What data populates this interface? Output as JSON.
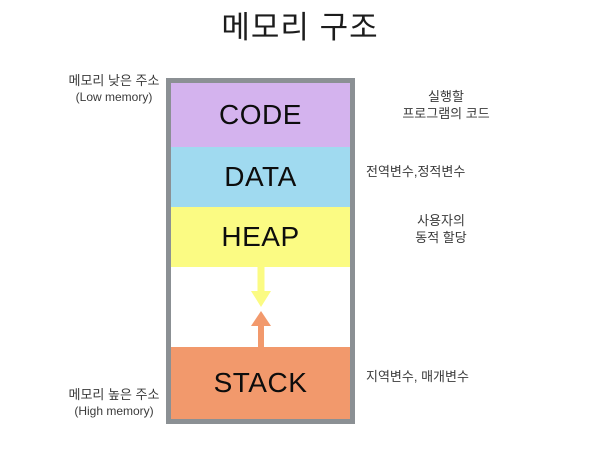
{
  "title": "메모리 구조",
  "address_labels": {
    "low": {
      "ko": "메모리 낮은 주소",
      "en": "(Low memory)"
    },
    "high": {
      "ko": "메모리 높은 주소",
      "en": "(High memory)"
    }
  },
  "segments": [
    {
      "key": "code",
      "label": "CODE",
      "color": "#d4b3ee",
      "note_line1": "실행할",
      "note_line2": "프로그램의 코드"
    },
    {
      "key": "data",
      "label": "DATA",
      "color": "#a0daf0",
      "note_line1": "전역변수,정적변수",
      "note_line2": ""
    },
    {
      "key": "heap",
      "label": "HEAP",
      "color": "#fbfb83",
      "note_line1": "사용자의",
      "note_line2": "동적 할당"
    },
    {
      "key": "free",
      "label": "",
      "color": "#ffffff",
      "note_line1": "",
      "note_line2": ""
    },
    {
      "key": "stack",
      "label": "STACK",
      "color": "#f2996c",
      "note_line1": "지역변수, 매개변수",
      "note_line2": ""
    }
  ],
  "arrows": [
    {
      "name": "heap-grows-down",
      "direction": "down",
      "color": "#fbfb83"
    },
    {
      "name": "stack-grows-up",
      "direction": "up",
      "color": "#f2996c"
    }
  ],
  "colors": {
    "border": "#8b9094",
    "background": "#ffffff",
    "title_text": "#1c1c1c",
    "segment_text": "#0d0d0d",
    "note_text": "#3a3a3a"
  }
}
